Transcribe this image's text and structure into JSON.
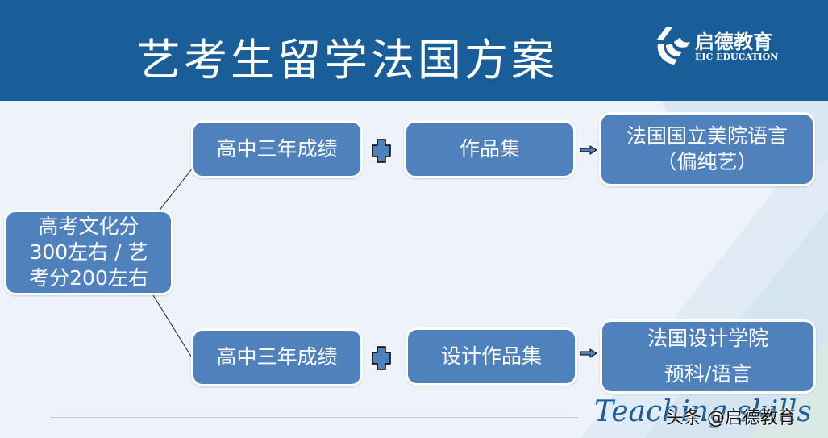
{
  "header": {
    "title": "艺考生留学法国方案",
    "logo": {
      "cn": "启德教育",
      "en": "EIC EDUCATION"
    }
  },
  "diagram": {
    "root": {
      "lines": [
        "高考文化分",
        "300左右 / 艺",
        "考分200左右"
      ]
    },
    "branches": [
      {
        "step1": "高中三年成绩",
        "step2": "作品集",
        "result": [
          "法国国立美院语言",
          "（偏纯艺）"
        ]
      },
      {
        "step1": "高中三年成绩",
        "step2": "设计作品集",
        "result": [
          "法国设计学院",
          "预科/语言"
        ]
      }
    ],
    "connectors": {
      "plus_symbol": "plus",
      "arrow_symbol": "right-arrow"
    }
  },
  "footer": {
    "watermark_script": "Teaching skills",
    "watermark_text": "头条 @启德教育"
  },
  "colors": {
    "header_bg": "#1a5e99",
    "node_fill": "#4f81bd",
    "background": "#eef3fa"
  }
}
